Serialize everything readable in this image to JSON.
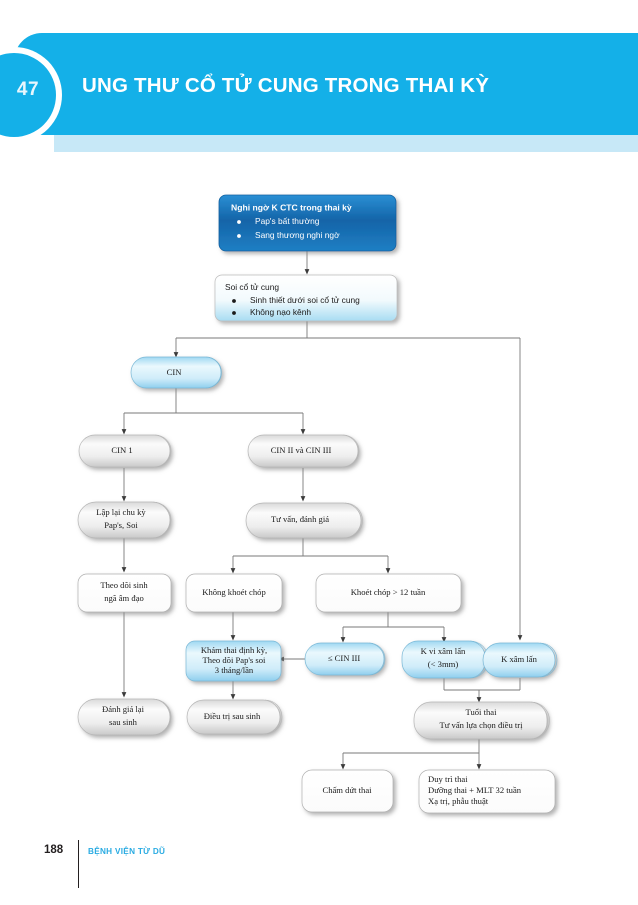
{
  "header": {
    "chapter_number": "47",
    "title": "UNG THƯ CỔ TỬ CUNG TRONG THAI KỲ",
    "banner_color": "#14b0e8",
    "strip_color": "#c7e8f7"
  },
  "footer": {
    "page_number": "188",
    "hospital": "BỆNH VIỆN TỪ DŨ",
    "hospital_color": "#29abe2"
  },
  "flowchart": {
    "type": "diagram",
    "nodes": {
      "suspect": {
        "title": "Nghi ngờ K CTC trong thai kỳ",
        "items": [
          "Pap's bất thường",
          "Sang thương nghi ngờ"
        ],
        "style": "dark-blue-box"
      },
      "colposcopy": {
        "title": "Soi cổ tử cung",
        "items": [
          "Sinh thiết dưới soi cổ tử cung",
          "Không nạo kênh"
        ],
        "style": "light-blue-box"
      },
      "cin": {
        "label": "CIN",
        "style": "blue-cylinder"
      },
      "cin1": {
        "label": "CIN 1",
        "style": "gray-cylinder"
      },
      "cin23": {
        "label": "CIN II và CIN III",
        "style": "gray-cylinder"
      },
      "repeat_pap": {
        "lines": [
          "Lập lại chu kỳ",
          "Pap's,  Soi"
        ],
        "style": "gray-cylinder"
      },
      "counsel": {
        "label": "Tư vấn, đánh giá",
        "style": "gray-cylinder"
      },
      "vaginal_delivery": {
        "lines": [
          "Theo dõi sinh",
          "ngã âm đạo"
        ],
        "style": "white-round"
      },
      "no_conization": {
        "label": "Không khoét chóp",
        "style": "white-round"
      },
      "conization": {
        "label": "Khoét chóp > 12 tuần",
        "style": "white-round"
      },
      "le_cin3": {
        "label": "≤ CIN III",
        "style": "blue-cylinder"
      },
      "micro_invasive": {
        "lines": [
          "K vi xâm lấn",
          "(< 3mm)"
        ],
        "style": "blue-cylinder"
      },
      "invasive": {
        "label": "K xâm lấn",
        "style": "blue-cylinder"
      },
      "antenatal_followup": {
        "lines": [
          "Khám  thai định kỳ,",
          "Theo dõi Pap's soi",
          "3 tháng/lần"
        ],
        "style": "blue-cylinder"
      },
      "reassess_postpartum": {
        "lines": [
          "Đánh giá lại",
          "sau sinh"
        ],
        "style": "gray-cylinder"
      },
      "treat_postpartum": {
        "label": "Điều trị sau sinh",
        "style": "gray-cylinder"
      },
      "gest_age": {
        "lines": [
          "Tuổi thai",
          "Tư vấn lựa chọn điều trị"
        ],
        "style": "gray-cylinder"
      },
      "terminate": {
        "label": "Chấm dứt thai",
        "style": "white-round"
      },
      "maintain": {
        "lines": [
          "Duy trì thai",
          "Dưỡng thai  + MLT 32 tuần",
          "Xạ trị, phẫu thuật"
        ],
        "style": "white-round"
      }
    },
    "edges": [
      [
        "suspect",
        "colposcopy"
      ],
      [
        "colposcopy",
        "cin"
      ],
      [
        "colposcopy",
        "invasive"
      ],
      [
        "cin",
        "cin1"
      ],
      [
        "cin",
        "cin23"
      ],
      [
        "cin1",
        "repeat_pap"
      ],
      [
        "cin23",
        "counsel"
      ],
      [
        "repeat_pap",
        "vaginal_delivery"
      ],
      [
        "counsel",
        "no_conization"
      ],
      [
        "counsel",
        "conization"
      ],
      [
        "vaginal_delivery",
        "reassess_postpartum"
      ],
      [
        "no_conization",
        "antenatal_followup"
      ],
      [
        "conization",
        "le_cin3"
      ],
      [
        "conization",
        "micro_invasive"
      ],
      [
        "le_cin3",
        "antenatal_followup"
      ],
      [
        "antenatal_followup",
        "treat_postpartum"
      ],
      [
        "micro_invasive",
        "gest_age"
      ],
      [
        "invasive",
        "gest_age"
      ],
      [
        "gest_age",
        "terminate"
      ],
      [
        "gest_age",
        "maintain"
      ]
    ]
  }
}
